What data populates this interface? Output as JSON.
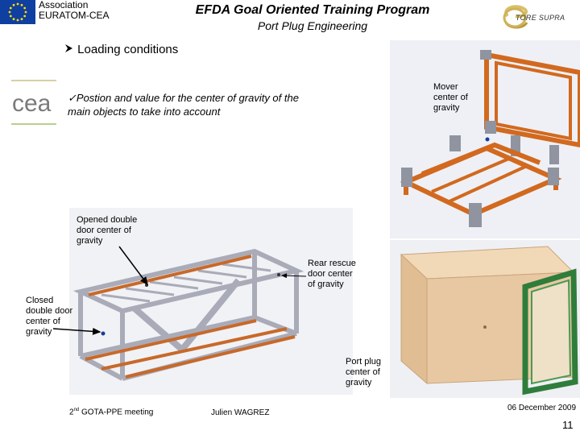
{
  "header": {
    "org_line1": "Association",
    "org_line2": "EURATOM-CEA",
    "title": "EFDA Goal Oriented Training Program",
    "subtitle": "Port Plug Engineering",
    "tore_label": "TORE SUPRA"
  },
  "section": {
    "heading": "Loading conditions",
    "bullet": "Postion and value for the center of gravity of the main objects to take into account"
  },
  "labels": {
    "mover": [
      "Mover",
      "center of",
      "gravity"
    ],
    "opened_door": [
      "Opened double",
      "door center of",
      "gravity"
    ],
    "rear_door": [
      "Rear rescue",
      "door center",
      "of gravity"
    ],
    "closed_door": [
      "Closed",
      "double door",
      "center of",
      "gravity"
    ],
    "port_plug": [
      "Port plug",
      "center of",
      "gravity"
    ]
  },
  "footer": {
    "meeting_ord": "2",
    "meeting_sup": "nd",
    "meeting_rest": " GOTA-PPE meeting",
    "author": "Julien WAGREZ",
    "date": "06 December 2009",
    "page": "11"
  },
  "colors": {
    "eu_blue": "#0f3fa0",
    "eu_star": "#ffdd00",
    "orange_frame": "#d2691e",
    "steel_grey": "#a9abb8",
    "box_tan": "#e6c7a2",
    "green_ring": "#2f7d3a"
  }
}
